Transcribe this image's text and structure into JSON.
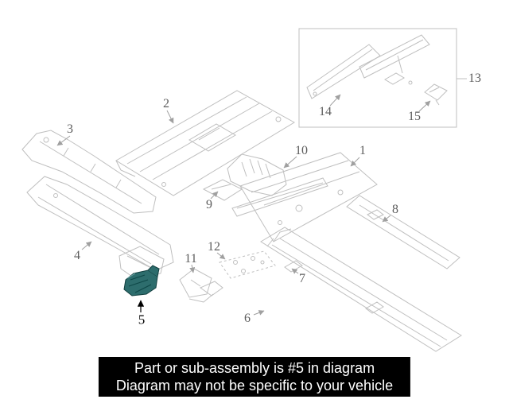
{
  "diagram": {
    "highlighted_part": "5",
    "highlight_color": "#2d6d6d",
    "line_color": "#bfbfbf",
    "label_color": "#5d5d5d",
    "parts": [
      {
        "label": "1"
      },
      {
        "label": "2"
      },
      {
        "label": "3"
      },
      {
        "label": "4"
      },
      {
        "label": "5"
      },
      {
        "label": "6"
      },
      {
        "label": "7"
      },
      {
        "label": "8"
      },
      {
        "label": "9"
      },
      {
        "label": "10"
      },
      {
        "label": "11"
      },
      {
        "label": "12"
      },
      {
        "label": "13"
      },
      {
        "label": "14"
      },
      {
        "label": "15"
      }
    ]
  },
  "banner": {
    "line1": "Part or sub-assembly is #5 in diagram",
    "line2": "Diagram may not be specific to your vehicle",
    "background": "#000000",
    "text_color": "#ffffff"
  }
}
